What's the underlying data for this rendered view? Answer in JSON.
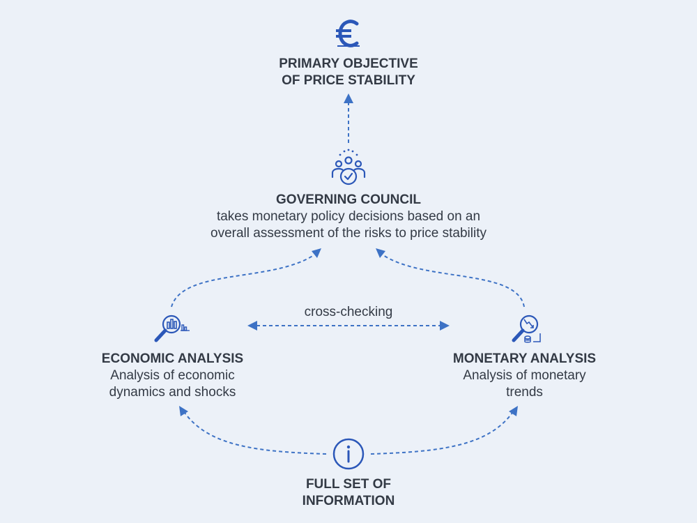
{
  "objective": {
    "icon": "euro-icon",
    "title_line1": "PRIMARY OBJECTIVE",
    "title_line2": "OF PRICE STABILITY"
  },
  "council": {
    "icon": "people-group-icon",
    "title": "GOVERNING COUNCIL",
    "desc_line1": "takes monetary policy decisions based on an",
    "desc_line2": "overall assessment of the risks to price stability"
  },
  "economic": {
    "icon": "magnifier-bar-chart-icon",
    "title": "ECONOMIC ANALYSIS",
    "desc_line1": "Analysis of economic",
    "desc_line2": "dynamics and shocks"
  },
  "monetary": {
    "icon": "magnifier-trend-coins-icon",
    "title": "MONETARY ANALYSIS",
    "desc_line1": "Analysis of monetary",
    "desc_line2": "trends"
  },
  "cross_checking": "cross-checking",
  "information": {
    "icon": "info-icon",
    "title_line1": "FULL SET OF",
    "title_line2": "INFORMATION"
  },
  "colors": {
    "background": "#ecf1f8",
    "accent": "#2b57b8",
    "connector": "#3d72c5",
    "text": "#333a45"
  }
}
